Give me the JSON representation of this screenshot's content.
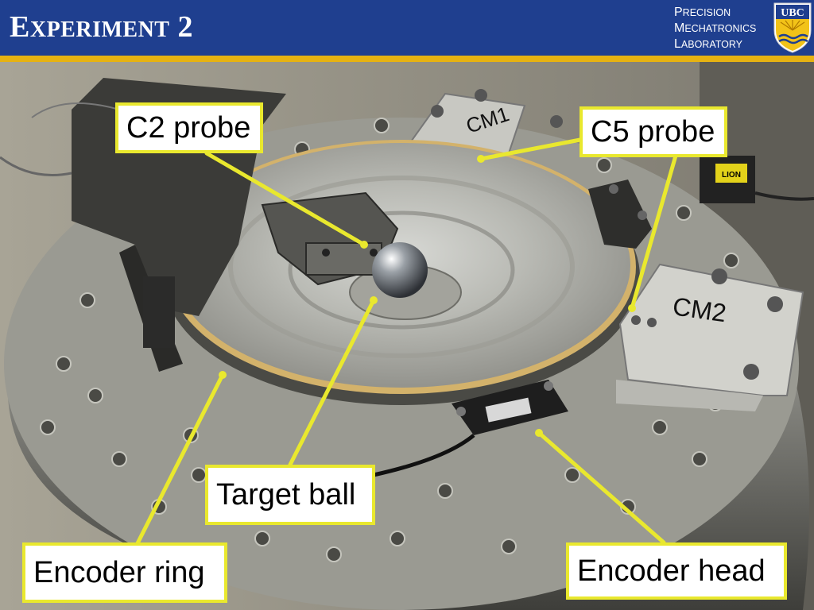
{
  "slide": {
    "title_first": "E",
    "title_rest": "XPERIMENT",
    "title_number": "2"
  },
  "lab": {
    "line1_cap": "P",
    "line1_rest": "RECISION",
    "line2_cap": "M",
    "line2_rest": "ECHATRONICS",
    "line3_cap": "L",
    "line3_rest": "ABORATORY"
  },
  "crest": {
    "text": "UBC"
  },
  "stage": {
    "markings": {
      "cm1": "CM1",
      "cm2": "CM2",
      "supply": "LION"
    }
  },
  "callouts": {
    "c2_probe": "C2 probe",
    "c5_probe": "C5 probe",
    "target_ball": "Target ball",
    "encoder_ring": "Encoder ring",
    "encoder_head": "Encoder head"
  },
  "colors": {
    "header_blue": "#1f3f8f",
    "header_gold": "#e6b212",
    "callout_border": "#e9e82e",
    "leader_line": "#e9e82e"
  }
}
